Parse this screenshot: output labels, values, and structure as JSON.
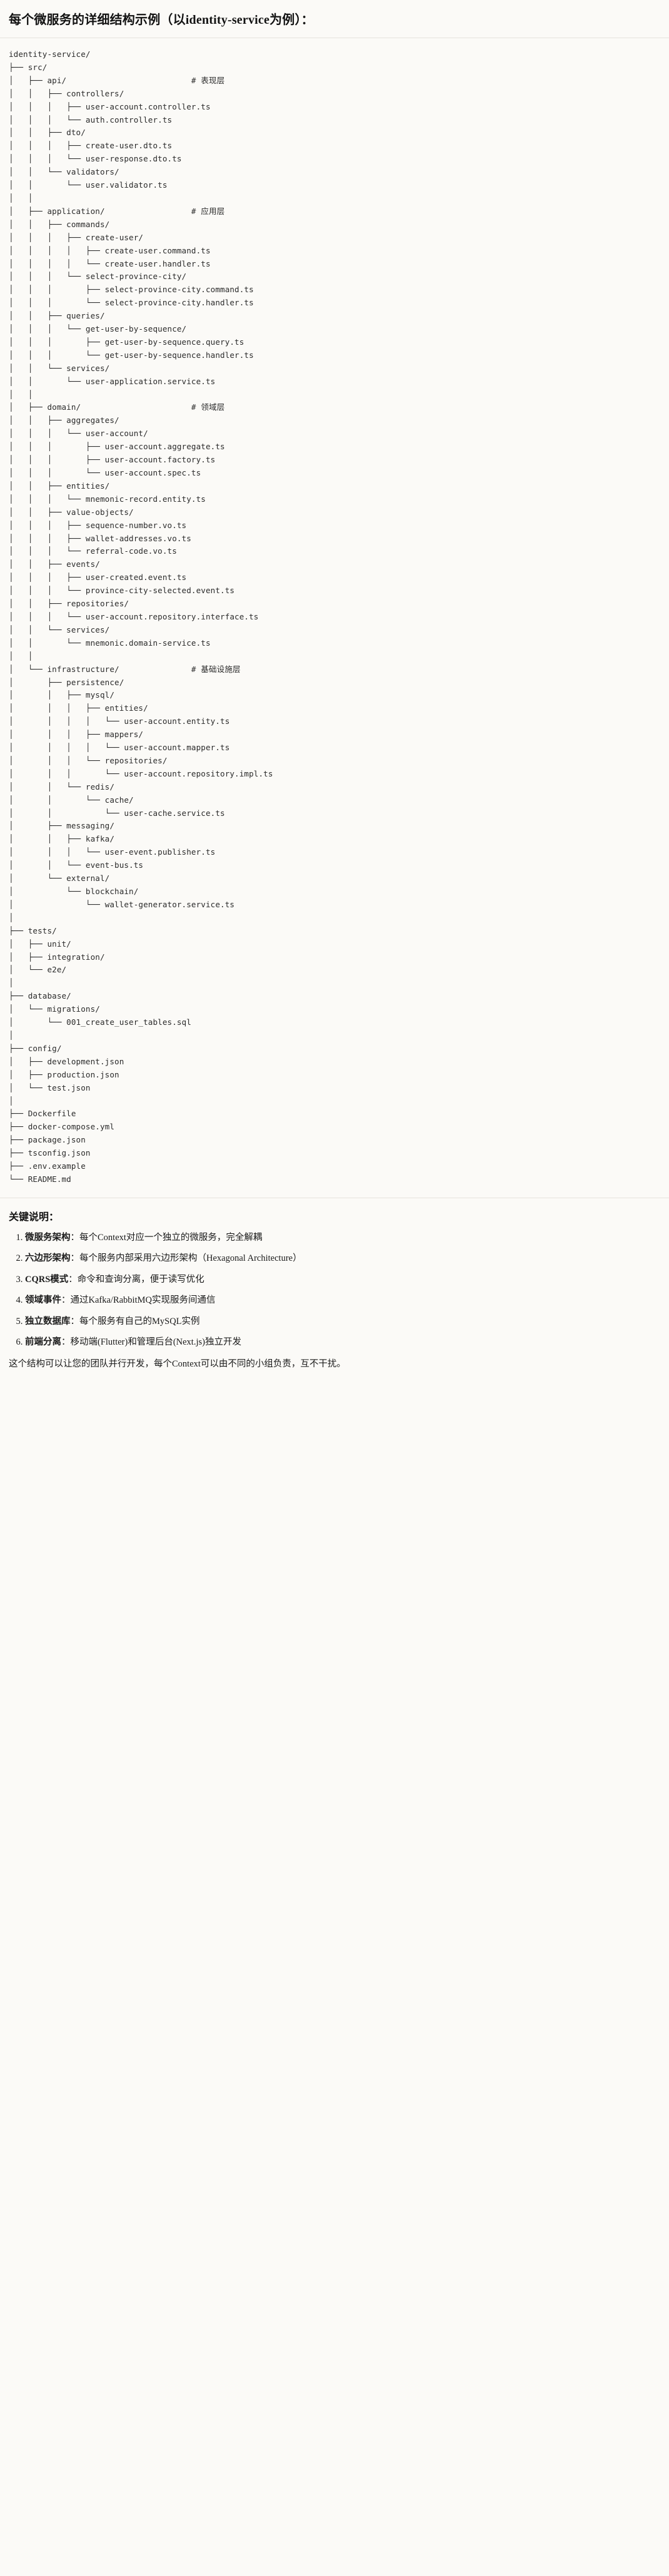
{
  "header": {
    "title": "每个微服务的详细结构示例（以identity-service为例）："
  },
  "tree": {
    "root_label": "identity-service/",
    "comments": {
      "api": "# 表现层",
      "application": "# 应用层",
      "domain": "# 领域层",
      "infrastructure": "# 基础设施层"
    },
    "text": "identity-service/\n├── src/\n│   ├── api/                          # 表现层\n│   │   ├── controllers/\n│   │   │   ├── user-account.controller.ts\n│   │   │   └── auth.controller.ts\n│   │   ├── dto/\n│   │   │   ├── create-user.dto.ts\n│   │   │   └── user-response.dto.ts\n│   │   └── validators/\n│   │       └── user.validator.ts\n│   │\n│   ├── application/                  # 应用层\n│   │   ├── commands/\n│   │   │   ├── create-user/\n│   │   │   │   ├── create-user.command.ts\n│   │   │   │   └── create-user.handler.ts\n│   │   │   └── select-province-city/\n│   │   │       ├── select-province-city.command.ts\n│   │   │       └── select-province-city.handler.ts\n│   │   ├── queries/\n│   │   │   └── get-user-by-sequence/\n│   │   │       ├── get-user-by-sequence.query.ts\n│   │   │       └── get-user-by-sequence.handler.ts\n│   │   └── services/\n│   │       └── user-application.service.ts\n│   │\n│   ├── domain/                       # 领域层\n│   │   ├── aggregates/\n│   │   │   └── user-account/\n│   │   │       ├── user-account.aggregate.ts\n│   │   │       ├── user-account.factory.ts\n│   │   │       └── user-account.spec.ts\n│   │   ├── entities/\n│   │   │   └── mnemonic-record.entity.ts\n│   │   ├── value-objects/\n│   │   │   ├── sequence-number.vo.ts\n│   │   │   ├── wallet-addresses.vo.ts\n│   │   │   └── referral-code.vo.ts\n│   │   ├── events/\n│   │   │   ├── user-created.event.ts\n│   │   │   └── province-city-selected.event.ts\n│   │   ├── repositories/\n│   │   │   └── user-account.repository.interface.ts\n│   │   └── services/\n│   │       └── mnemonic.domain-service.ts\n│   │\n│   └── infrastructure/               # 基础设施层\n│       ├── persistence/\n│       │   ├── mysql/\n│       │   │   ├── entities/\n│       │   │   │   └── user-account.entity.ts\n│       │   │   ├── mappers/\n│       │   │   │   └── user-account.mapper.ts\n│       │   │   └── repositories/\n│       │   │       └── user-account.repository.impl.ts\n│       │   └── redis/\n│       │       └── cache/\n│       │           └── user-cache.service.ts\n│       ├── messaging/\n│       │   ├── kafka/\n│       │   │   └── user-event.publisher.ts\n│       │   └── event-bus.ts\n│       └── external/\n│           └── blockchain/\n│               └── wallet-generator.service.ts\n│\n├── tests/\n│   ├── unit/\n│   ├── integration/\n│   └── e2e/\n│\n├── database/\n│   └── migrations/\n│       └── 001_create_user_tables.sql\n│\n├── config/\n│   ├── development.json\n│   ├── production.json\n│   └── test.json\n│\n├── Dockerfile\n├── docker-compose.yml\n├── package.json\n├── tsconfig.json\n├── .env.example\n└── README.md"
  },
  "notes": {
    "heading": "关键说明：",
    "items": [
      {
        "term": "微服务架构",
        "desc": "：每个Context对应一个独立的微服务，完全解耦"
      },
      {
        "term": "六边形架构",
        "desc": "：每个服务内部采用六边形架构（Hexagonal Architecture）"
      },
      {
        "term": "CQRS模式",
        "desc": "：命令和查询分离，便于读写优化"
      },
      {
        "term": "领域事件",
        "desc": "：通过Kafka/RabbitMQ实现服务间通信"
      },
      {
        "term": "独立数据库",
        "desc": "：每个服务有自己的MySQL实例"
      },
      {
        "term": "前端分离",
        "desc": "：移动端(Flutter)和管理后台(Next.js)独立开发"
      }
    ],
    "closing": "这个结构可以让您的团队并行开发，每个Context可以由不同的小组负责，互不干扰。"
  }
}
